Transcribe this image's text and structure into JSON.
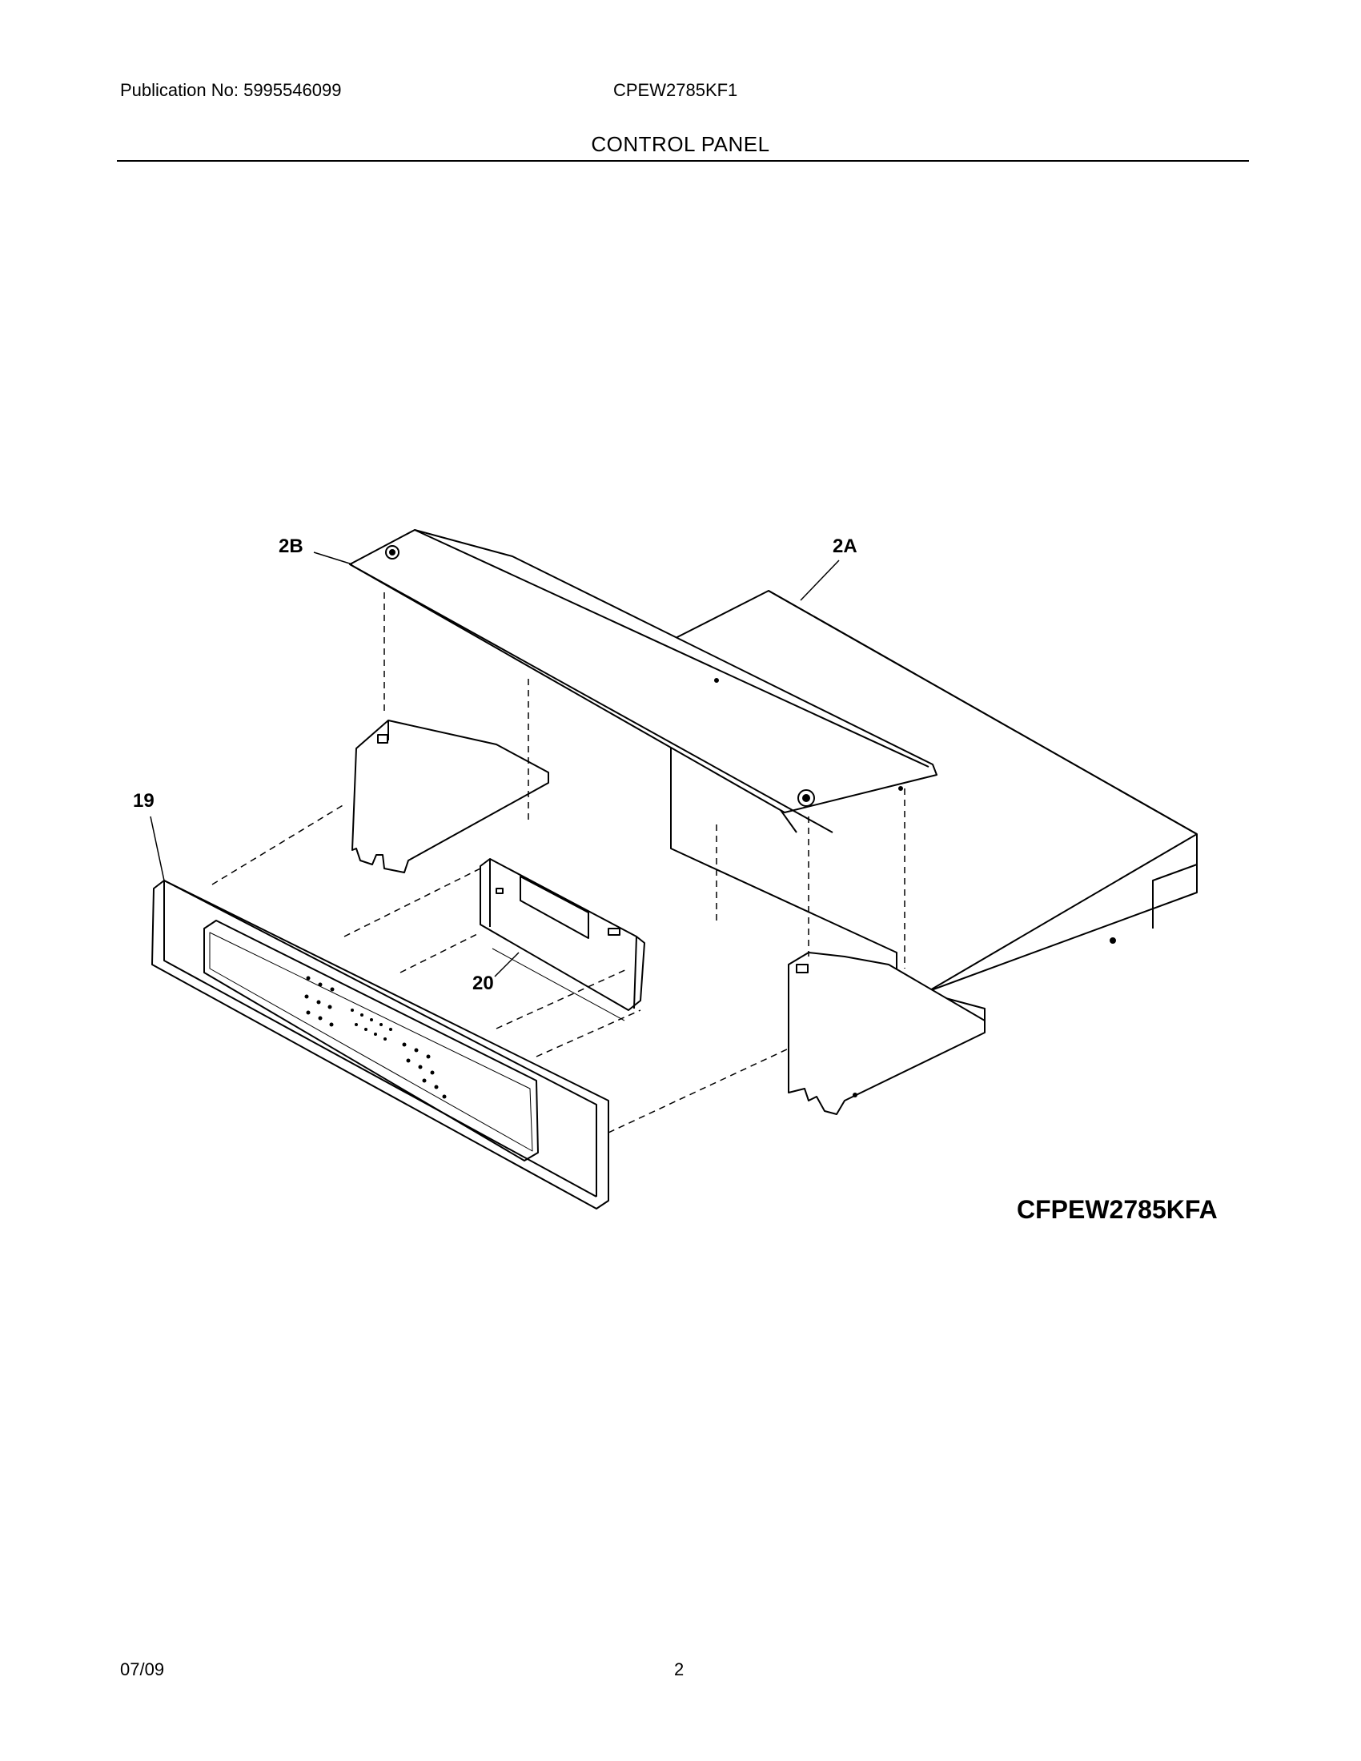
{
  "header": {
    "publication": "Publication No: 5995546099",
    "model": "CPEW2785KF1",
    "section_title": "CONTROL PANEL"
  },
  "diagram": {
    "callouts": [
      "2B",
      "2A",
      "19",
      "20"
    ],
    "drawing_code": "CFPEW2785KFA"
  },
  "footer": {
    "date": "07/09",
    "page_number": "2"
  }
}
